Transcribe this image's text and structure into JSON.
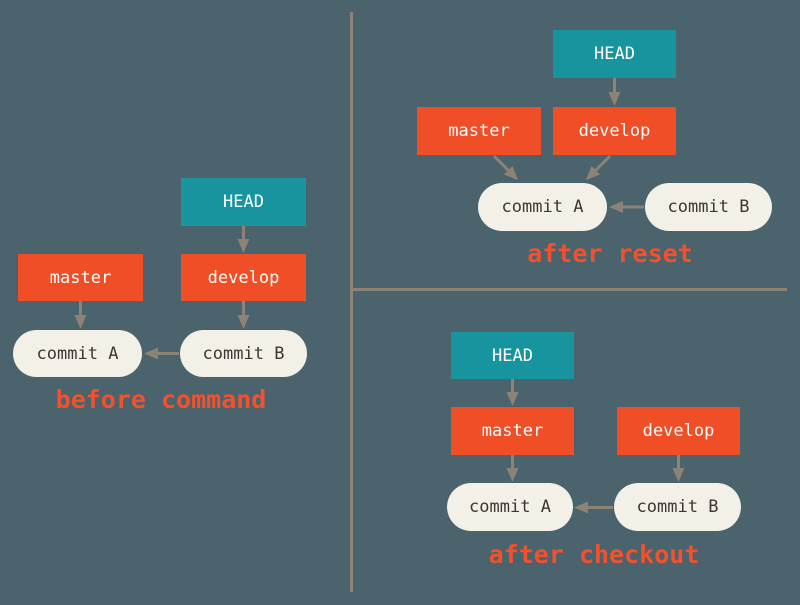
{
  "diagram": {
    "title": "git reset vs checkout branch diagram",
    "colors": {
      "background": "#4B636C",
      "head_fill": "#17949E",
      "branch_fill": "#F04E26",
      "commit_fill": "#F2F0E7",
      "commit_text": "#3C3731",
      "label_text": "#FFFFFF",
      "caption_text": "#F2512E",
      "arrow": "#8C8275",
      "divider": "#8C8275"
    },
    "panels": [
      {
        "caption": "before command",
        "head": "HEAD",
        "branch1": "master",
        "branch2": "develop",
        "commit1": "commit A",
        "commit2": "commit B"
      },
      {
        "caption": "after reset",
        "head": "HEAD",
        "branch1": "master",
        "branch2": "develop",
        "commit1": "commit A",
        "commit2": "commit B"
      },
      {
        "caption": "after checkout",
        "head": "HEAD",
        "branch1": "master",
        "branch2": "develop",
        "commit1": "commit A",
        "commit2": "commit B"
      }
    ]
  }
}
